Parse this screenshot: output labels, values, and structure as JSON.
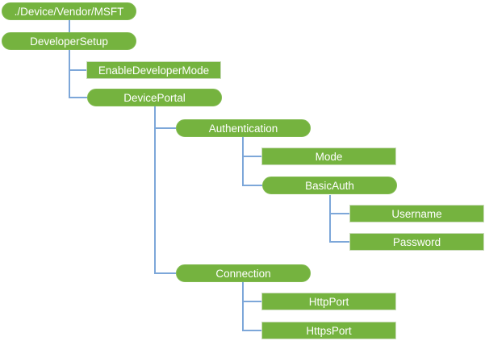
{
  "colors": {
    "node_fill": "#75b33f",
    "node_text": "#ffffff",
    "pill_border": "#81ba50",
    "rect_border": "#cbdcbc",
    "connector": "#7da7d9",
    "background": "#ffffff"
  },
  "tree": {
    "description": "CSP node hierarchy diagram",
    "nodes": [
      {
        "label": "./Device/Vendor/MSFT",
        "shape": "pill",
        "parent": null
      },
      {
        "label": "DeveloperSetup",
        "shape": "pill",
        "parent": "./Device/Vendor/MSFT"
      },
      {
        "label": "EnableDeveloperMode",
        "shape": "rect",
        "parent": "DeveloperSetup"
      },
      {
        "label": "DevicePortal",
        "shape": "pill",
        "parent": "DeveloperSetup"
      },
      {
        "label": "Authentication",
        "shape": "pill",
        "parent": "DevicePortal"
      },
      {
        "label": "Mode",
        "shape": "rect",
        "parent": "Authentication"
      },
      {
        "label": "BasicAuth",
        "shape": "pill",
        "parent": "Authentication"
      },
      {
        "label": "Username",
        "shape": "rect",
        "parent": "BasicAuth"
      },
      {
        "label": "Password",
        "shape": "rect",
        "parent": "BasicAuth"
      },
      {
        "label": "Connection",
        "shape": "pill",
        "parent": "DevicePortal"
      },
      {
        "label": "HttpPort",
        "shape": "rect",
        "parent": "Connection"
      },
      {
        "label": "HttpsPort",
        "shape": "rect",
        "parent": "Connection"
      }
    ]
  }
}
